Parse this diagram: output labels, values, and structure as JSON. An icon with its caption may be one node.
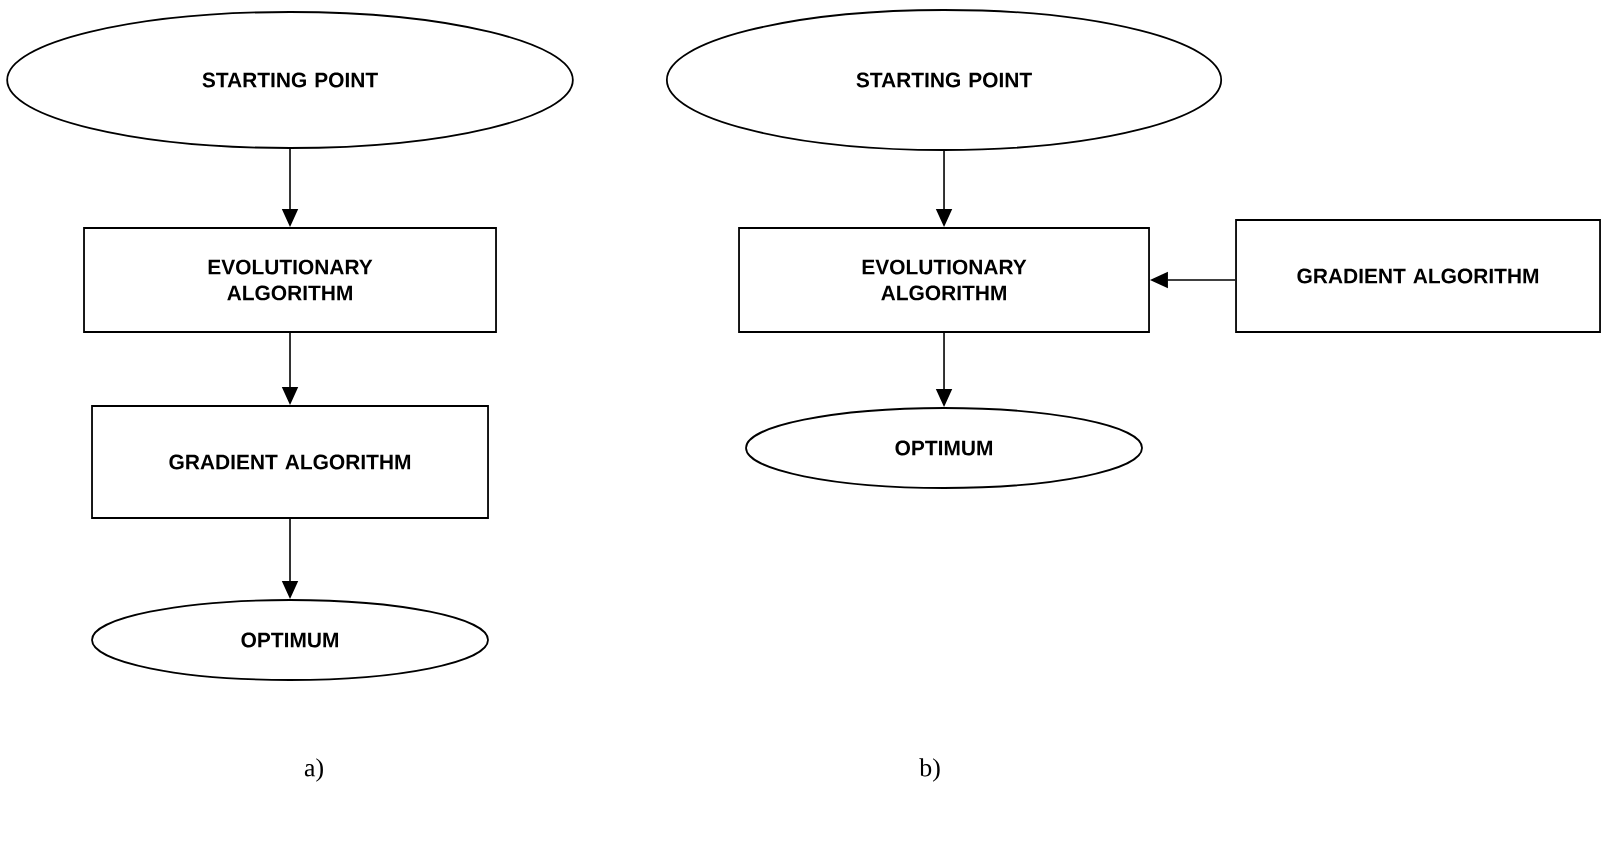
{
  "diagram": {
    "nodes": [
      {
        "text": [
          "STARTING POINT"
        ]
      },
      {
        "text": [
          "EVOLUTIONARY ALGORITHM"
        ]
      },
      {
        "text": [
          "GRADIENT ALGORITHM"
        ]
      },
      {
        "text": [
          "OPTIMUM"
        ]
      },
      {
        "text": [
          "STARTING POINT"
        ]
      },
      {
        "text": [
          "EVOLUTIONARY ALGORITHM"
        ]
      },
      {
        "text": [
          "GRADIENT ALGORITHM"
        ]
      },
      {
        "text": [
          "OPTIMUM"
        ]
      }
    ],
    "edges": [
      {
        "from": 0,
        "to": 1,
        "arrow": "to"
      },
      {
        "from": 1,
        "to": 2,
        "arrow": "to"
      },
      {
        "from": 2,
        "to": 3,
        "arrow": "to"
      },
      {
        "from": 4,
        "to": 5,
        "arrow": "to"
      },
      {
        "from": 5,
        "to": 7,
        "arrow": "to"
      },
      {
        "from": 6,
        "to": 5,
        "arrow": "to"
      }
    ],
    "labels": [
      "a)",
      "b)"
    ]
  }
}
